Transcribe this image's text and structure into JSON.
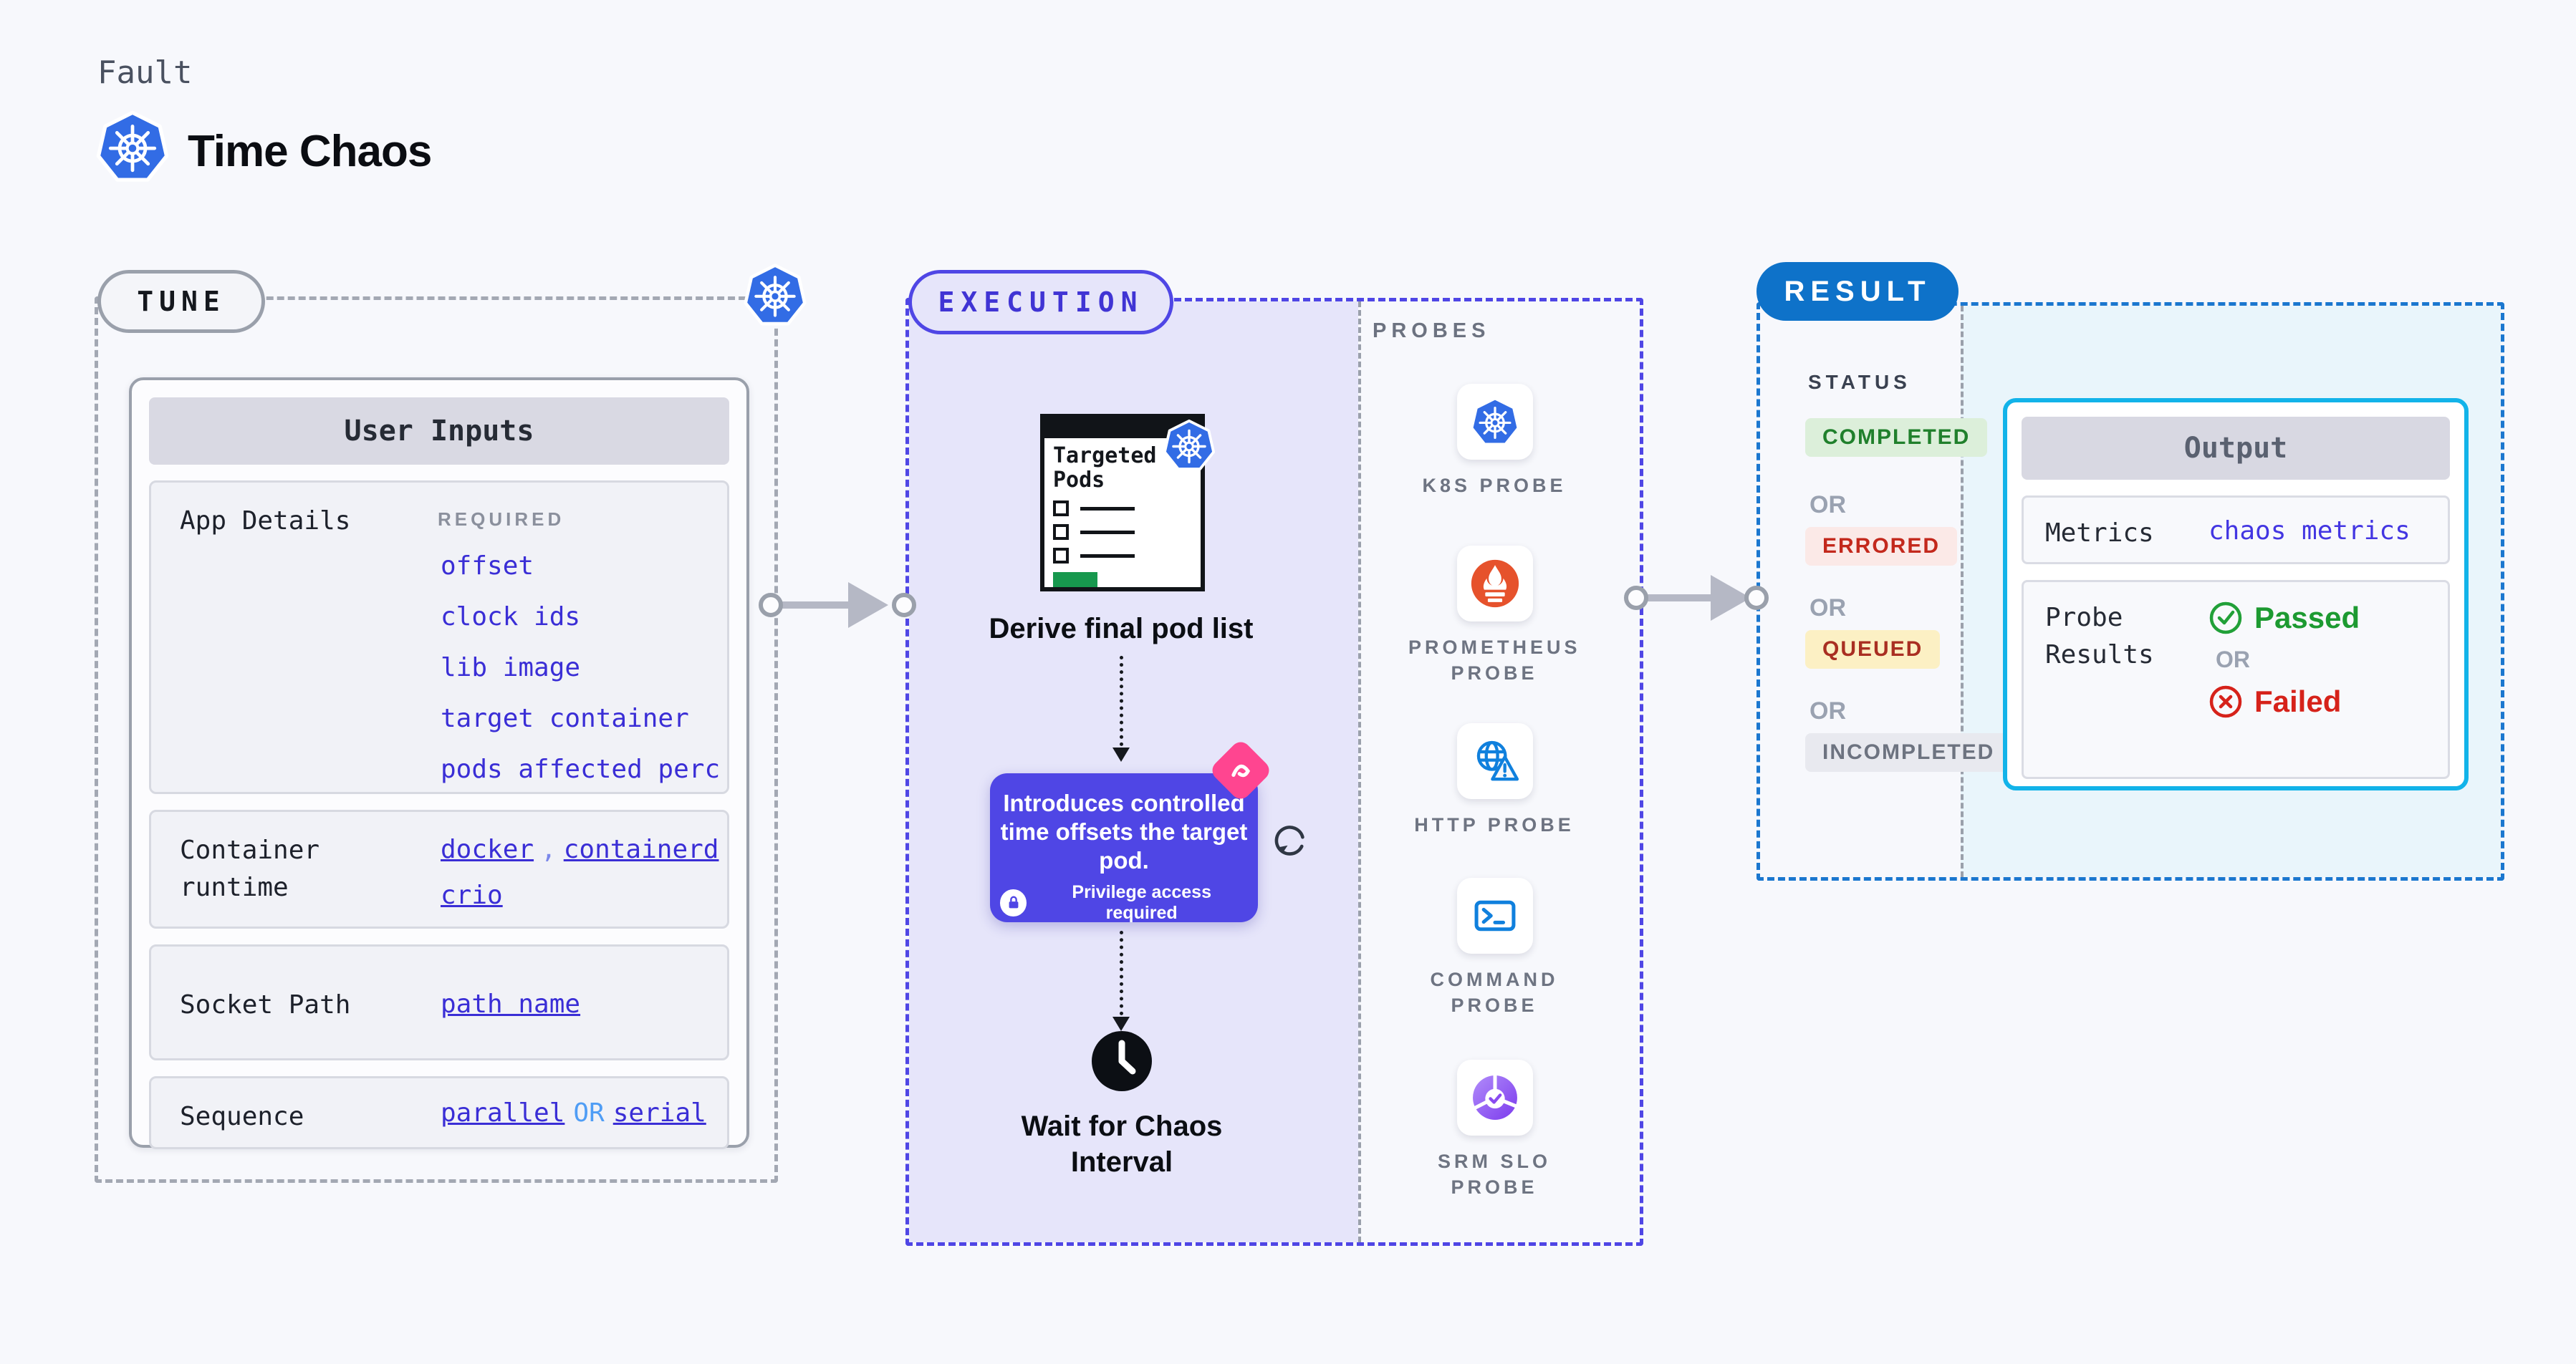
{
  "header": {
    "kicker": "Fault",
    "title": "Time Chaos"
  },
  "tune": {
    "pill": "TUNE",
    "card": {
      "title": "User Inputs",
      "app_details": {
        "label": "App Details",
        "note": "REQUIRED",
        "links": [
          "offset",
          "clock ids",
          "lib image",
          "target container",
          "pods affected perc"
        ]
      },
      "container_runtime": {
        "label": "Container runtime",
        "v1": "docker",
        "comma": ",",
        "v2": "containerd",
        "v3": "crio"
      },
      "socket_path": {
        "label": "Socket Path",
        "value": "path name"
      },
      "sequence": {
        "label": "Sequence",
        "v1": "parallel",
        "or": "OR",
        "v2": "serial"
      }
    }
  },
  "execution": {
    "pill": "EXECUTION",
    "clipboard_title": "Targeted Pods",
    "derive_caption": "Derive final pod list",
    "tooltip": {
      "text": "Introduces controlled time offsets the target pod.",
      "note": "Privilege access required"
    },
    "wait_caption": "Wait for Chaos Interval"
  },
  "probes": {
    "label": "PROBES",
    "items": [
      {
        "name": "K8S PROBE",
        "icon": "k8s-icon"
      },
      {
        "name": "PROMETHEUS PROBE",
        "icon": "prometheus-icon"
      },
      {
        "name": "HTTP PROBE",
        "icon": "http-globe-warning-icon"
      },
      {
        "name": "COMMAND PROBE",
        "icon": "terminal-icon"
      },
      {
        "name": "SRM SLO PROBE",
        "icon": "slo-pie-check-icon"
      }
    ]
  },
  "result": {
    "pill": "RESULT",
    "status_label": "STATUS",
    "or": "OR",
    "statuses": [
      {
        "text": "COMPLETED",
        "fg": "#20802c",
        "bg": "#dcefda"
      },
      {
        "text": "ERRORED",
        "fg": "#c3281c",
        "bg": "#fbe9e7"
      },
      {
        "text": "QUEUED",
        "fg": "#a92e22",
        "bg": "#fcf0c4"
      },
      {
        "text": "INCOMPLETED",
        "fg": "#6d7380",
        "bg": "#e8e9ef"
      }
    ],
    "output": {
      "title": "Output",
      "metrics_label": "Metrics",
      "metrics_link": "chaos metrics",
      "probe_results_label": "Probe Results",
      "passed": "Passed",
      "or": "OR",
      "failed": "Failed"
    }
  },
  "colors": {
    "page_bg": "#f7f8fc",
    "k8s_blue": "#326ce5",
    "accent_indigo": "#4f46e5",
    "lavender_fill": "#e6e5fa",
    "result_blue": "#0e72c9",
    "result_dash_blue": "#1b77cf",
    "result_fill": "#e9f5fb",
    "output_cyan": "#12b3e9",
    "link_indigo": "#3a2ed6",
    "or_light_blue": "#4f9df5",
    "passed_green": "#1d9a31",
    "failed_red": "#d6221a",
    "litmus_pink": "#ff4590",
    "prometheus_orange": "#e6522c",
    "clip_green": "#17984e"
  }
}
